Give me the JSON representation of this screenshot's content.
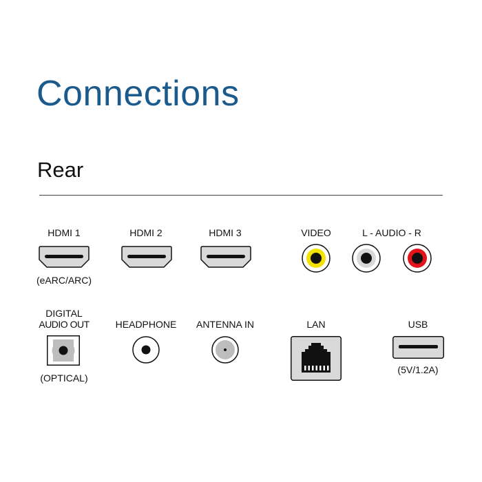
{
  "title": "Connections",
  "section": "Rear",
  "row1": {
    "hdmi1": {
      "label": "HDMI 1",
      "note": "(eARC/ARC)"
    },
    "hdmi2": {
      "label": "HDMI 2"
    },
    "hdmi3": {
      "label": "HDMI 3"
    },
    "video": {
      "label": "VIDEO"
    },
    "audio": {
      "label": "L - AUDIO - R"
    }
  },
  "row2": {
    "optical": {
      "label_line1": "DIGITAL",
      "label_line2": "AUDIO OUT",
      "note": "(OPTICAL)"
    },
    "headphone": {
      "label": "HEADPHONE"
    },
    "antenna": {
      "label": "ANTENNA IN"
    },
    "lan": {
      "label": "LAN"
    },
    "usb": {
      "label": "USB",
      "note": "(5V/1.2A)"
    }
  },
  "colors": {
    "title": "#1a5a8c",
    "video": "#f3e100",
    "audio_l": "#d8d8d8",
    "audio_r": "#e0141a",
    "port_fill": "#d9d9d9"
  }
}
